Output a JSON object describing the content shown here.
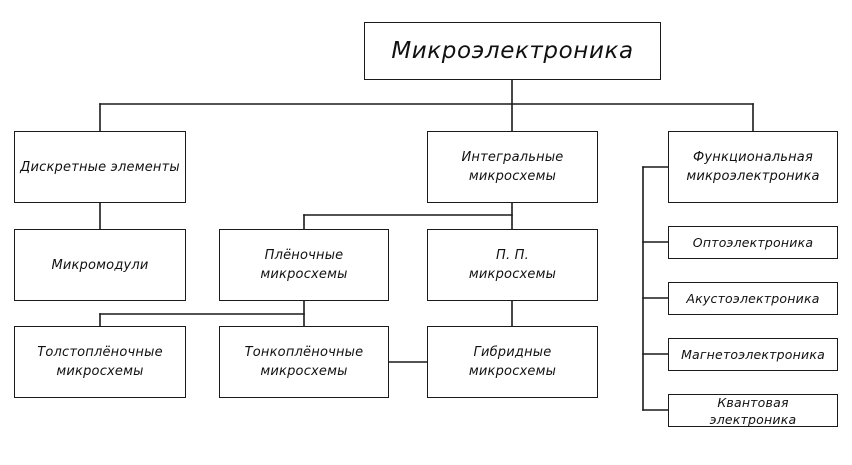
{
  "diagram": {
    "root": "Микроэлектроника",
    "discrete": "Дискретные элементы",
    "integrated": "Интегральные\nмикросхемы",
    "functional": "Функциональная\nмикроэлектроника",
    "micromodules": "Микромодули",
    "film": "Плёночные\nмикросхемы",
    "semiconductor": "П. П.\nмикросхемы",
    "thick_film": "Толстоплёночные\nмикросхемы",
    "thin_film": "Тонкоплёночные\nмикросхемы",
    "hybrid": "Гибридные\nмикросхемы",
    "optoelectronics": "Оптоэлектроника",
    "acoustoelectronics": "Акустоэлектроника",
    "magnetoelectronics": "Магнетоэлектроника",
    "quantum": "Квантовая\nэлектроника"
  }
}
